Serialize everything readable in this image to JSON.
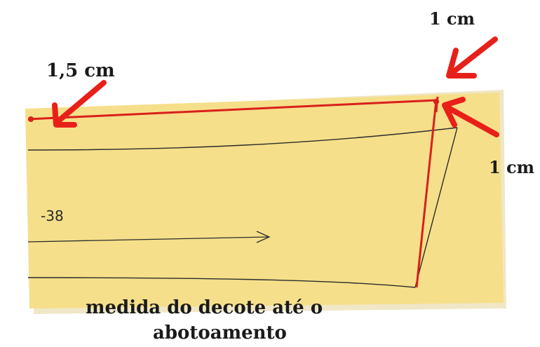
{
  "labels": {
    "left_measure": "1,5 cm",
    "top_measure": "1 cm",
    "right_measure": "1 cm",
    "pattern_size": "-38",
    "caption_line1": "medida do decote até o",
    "caption_line2": "abotoamento"
  },
  "colors": {
    "paper": "#f6df8a",
    "paper_shadow": "#efe7c6",
    "pattern_line": "#2b2b2b",
    "red_line": "#d8201c",
    "arrow": "#e8201a"
  },
  "icons": [
    "arrow-pointer-icon"
  ]
}
